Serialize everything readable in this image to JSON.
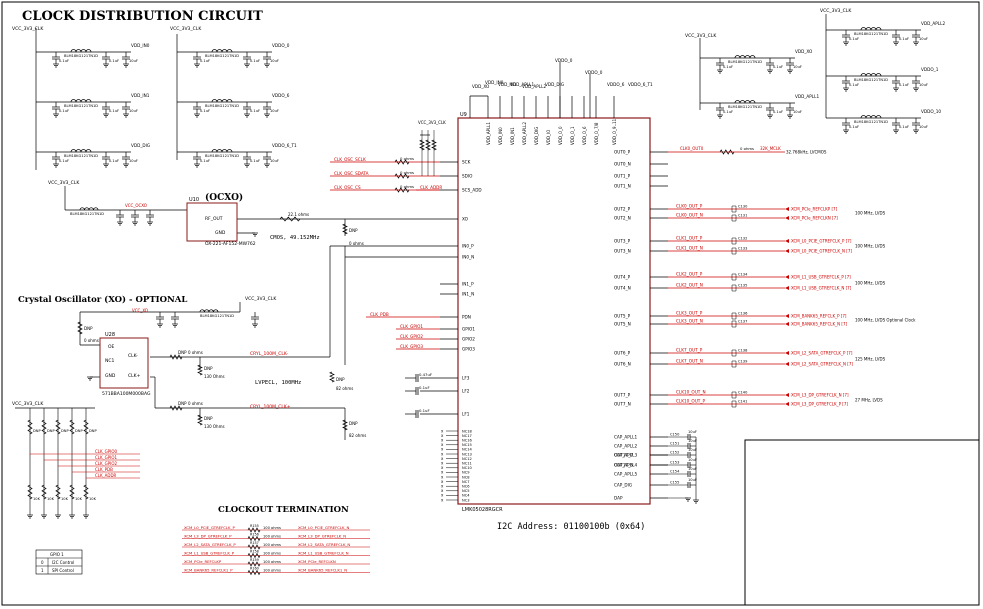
{
  "title": "CLOCK DISTRIBUTION CIRCUIT",
  "subtitles": {
    "ocxo": "(OCXO)",
    "xo": "Crystal Oscillator (XO) - OPTIONAL",
    "termination": "CLOCKOUT TERMINATION",
    "i2c": "I2C Address: 01100100b (0x64)"
  },
  "main_ic": {
    "part": "LMK05028RGCR",
    "ref": "U9",
    "top_pins": [
      "VDD_APLL1",
      "VDD_IN0",
      "VDD_IN1",
      "VDD_APLL2",
      "VDD_DIG",
      "VDD_IO",
      "VDD_O_0",
      "VDD_O_1",
      "VDD_O_6",
      "VDD_O_7/8",
      "VDD_O_9..11"
    ],
    "left_pins": [
      "SCK",
      "SDIO",
      "SCS_ADD",
      "XO",
      "IN0_P",
      "IN0_N",
      "IN1_P",
      "IN1_N",
      "PDN",
      "GPIO1",
      "GPIO2",
      "GPIO3",
      "LF1",
      "LF2",
      "LF3"
    ],
    "nc_pins": [
      "NC18",
      "NC17",
      "NC16",
      "NC15",
      "NC14",
      "NC13",
      "NC12",
      "NC11",
      "NC10",
      "NC9",
      "NC8",
      "NC7",
      "NC6",
      "NC5",
      "NC4",
      "NC3"
    ],
    "right_pins": [
      "OUT0_P",
      "OUT0_N",
      "OUT1_P",
      "OUT1_N",
      "OUT2_P",
      "OUT2_N",
      "OUT3_P",
      "OUT3_N",
      "OUT4_P",
      "OUT4_N",
      "OUT5_P",
      "OUT5_N",
      "OUT6_P",
      "OUT6_N",
      "OUT7_P",
      "OUT7_N",
      "OUT10_P",
      "OUT10_N",
      "CAP_APLL1",
      "CAP_APLL2",
      "CAP_APLL3",
      "CAP_APLL4",
      "CAP_APLL5",
      "CAP_DIG",
      "DAP"
    ]
  },
  "rails": {
    "vcc": "VCC_3V3_CLK",
    "vdd_in0": "VDD_IN0",
    "vdd_in1": "VDD_IN1",
    "vdd_dig": "VDD_DIG",
    "vdd_o0": "VDDO_0",
    "vdd_o6": "VDDO_6",
    "vdd_o11": "VDDO_6_T1",
    "vdd_xo": "VDD_XO",
    "vdd_apll1": "VDD_APLL1",
    "vdd_apll2": "VDD_APLL2",
    "vdd_o1": "VDDO_1",
    "vdd_o10": "VDDO_10",
    "vcc_ocxo": "VCC_OCXO",
    "vcc_xo": "VCC_XO"
  },
  "ferrite": "BLM18KG121TN1D",
  "caps": [
    "0.1uF",
    "10uF",
    "0.1uF",
    "10uF"
  ],
  "ocxo": {
    "ref": "U10",
    "part": "OX-221-AF152-MW762",
    "pin_rf": "RF_OUT",
    "pin_gnd": "GND"
  },
  "xo": {
    "ref": "U28",
    "part": "571BBA100M000BAG",
    "pins": [
      "OE",
      "NC1",
      "GND",
      "CLK-",
      "CLK+"
    ]
  },
  "nets_left": [
    "CLK_OSC_SCLK",
    "CLK_OSC_SDATA",
    "CLK_OSC_CS",
    "CLK_ADDR",
    "CLK_PDB",
    "CLK_GPIO1",
    "CLK_GPIO2",
    "CLK_GPIO3"
  ],
  "nets_right": [
    {
      "net": "CLK0_OUT_P",
      "dest": "XCM_PCIe_REFCLKP  [7]"
    },
    {
      "net": "CLK0_OUT_N",
      "dest": "XCM_PCIe_REFCLKN  [7]"
    },
    {
      "net": "CLK1_OUT_P",
      "dest": "XCM_L0_PCIE_GTREFCLK_P  [7]"
    },
    {
      "net": "CLK1_OUT_N",
      "dest": "XCM_L0_PCIE_GTREFCLK_N  [7]"
    },
    {
      "net": "CLK2_OUT_P",
      "dest": "XCM_L1_USB_GTREFCLK_P  [7]"
    },
    {
      "net": "CLK2_OUT_N",
      "dest": "XCM_L1_USB_GTREFCLK_N  [7]"
    },
    {
      "net": "CLK3_OUT_P",
      "dest": "XCM_BANK65_REFCLK_P  [7]"
    },
    {
      "net": "CLK3_OUT_N",
      "dest": "XCM_BANK65_REFCLK_N  [7]"
    },
    {
      "net": "CLK7_OUT_P",
      "dest": "XCM_L2_SATA_GTREFCLK_P  [7]"
    },
    {
      "net": "CLK7_OUT_N",
      "dest": "XCM_L2_SATA_GTREFCLK_N  [7]"
    },
    {
      "net": "CLK10_OUT_N",
      "dest": "XCM_L3_DP_GTREFCLK_N  [7]"
    },
    {
      "net": "CLK10_OUT_P",
      "dest": "XCM_L3_DP_GTREFCLK_P  [7]"
    }
  ],
  "freq_notes": [
    "32.768kHz, LVCMOS",
    "100 MHz, LVDS",
    "100 MHz, LVDS",
    "100 MHz, LVDS",
    "100 MHz, LVDS Optional Clock",
    "125 MHz, LVDS",
    "27 MHz, LVDS"
  ],
  "cmos_note": "CMOS, 49.152MHz",
  "lvpecl_note": "LVPECL, 100MHz",
  "xo_nets": [
    "CRYL_100M_CLK-",
    "CRYL_100M_CLK+"
  ],
  "termination_rows": [
    {
      "left": "XCM_L0_PCIE_GTREFCLK_P",
      "ref": "R155",
      "val": "100 ohms",
      "right": "XCM_L0_PCIE_GTREFCLK_N"
    },
    {
      "left": "XCM_L3_DP_GTREFCLK_P",
      "ref": "R156",
      "val": "100 ohms",
      "right": "XCM_L3_DP_GTREFCLK_N"
    },
    {
      "left": "XCM_L2_SATA_GTREFCLK_P",
      "ref": "R157",
      "val": "100 ohms",
      "right": "XCM_L2_SATA_GTREFCLK_N"
    },
    {
      "left": "XCM_L1_USB_GTREFCLK_P",
      "ref": "R158",
      "val": "100 ohms",
      "right": "XCM_L1_USB_GTREFCLK_N"
    },
    {
      "left": "XCM_PCIe_REFCLKP",
      "ref": "R159",
      "val": "100 ohms",
      "right": "XCM_PCIe_REFCLKN"
    },
    {
      "left": "XCM_BANK65_REFCLK1_P",
      "ref": "R160",
      "val": "100 ohms",
      "right": "XCM_BANK65_REFCLK1_N"
    }
  ],
  "strap_nets": [
    "CLK_GPIO0",
    "CLK_GPIO1",
    "CLK_GPIO2",
    "CLK_PDB",
    "CLK_ADDR"
  ],
  "gpio_table": {
    "header": "GPIO 1",
    "rows": [
      [
        "0",
        "I2C Control"
      ],
      [
        "1",
        "SPI Control"
      ]
    ]
  },
  "labels": {
    "dnp": "DNP",
    "zero_ohm": "0 ohms",
    "r10k": "10K",
    "r130": "130 Ohms",
    "r82": "82 ohms",
    "r22": "22.1 ohms"
  }
}
